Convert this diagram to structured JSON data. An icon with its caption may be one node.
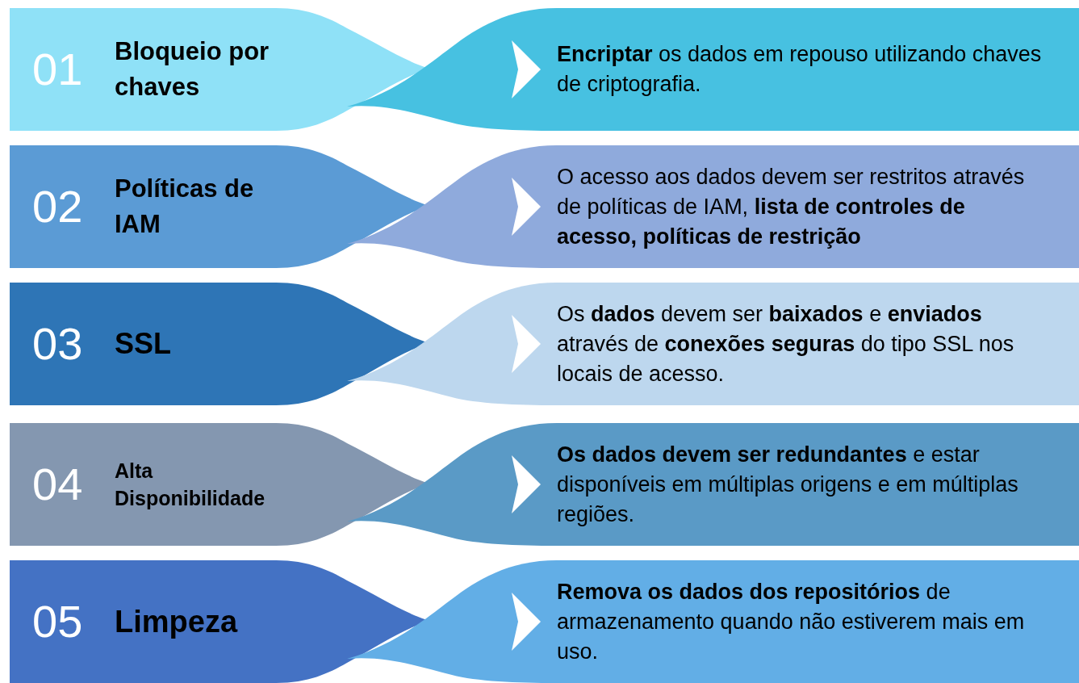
{
  "diagram": {
    "nodes": [
      {
        "text": [
          "01",
          "Bloqueio por chaves"
        ]
      },
      {
        "text": [
          "**Encriptar** os dados em repouso utilizando chaves de criptografia."
        ]
      },
      {
        "text": [
          "02",
          "Políticas de IAM"
        ]
      },
      {
        "text": [
          "O acesso aos dados devem ser restritos através de políticas de IAM, **lista de controles de acesso, políticas de restrição**"
        ]
      },
      {
        "text": [
          "03",
          "SSL"
        ]
      },
      {
        "text": [
          "Os **dados** devem ser **baixados** e **enviados** através de **conexões seguras** do tipo SSL nos locais de acesso."
        ]
      },
      {
        "text": [
          "04",
          "Alta Disponibilidade"
        ]
      },
      {
        "text": [
          "**Os dados devem ser redundantes** e estar disponíveis em múltiplas origens e em múltiplas regiões."
        ]
      },
      {
        "text": [
          "05",
          "Limpeza"
        ]
      },
      {
        "text": [
          "**Remova os dados dos repositórios** de armazenamento quando não estiverem mais em uso."
        ]
      }
    ]
  }
}
